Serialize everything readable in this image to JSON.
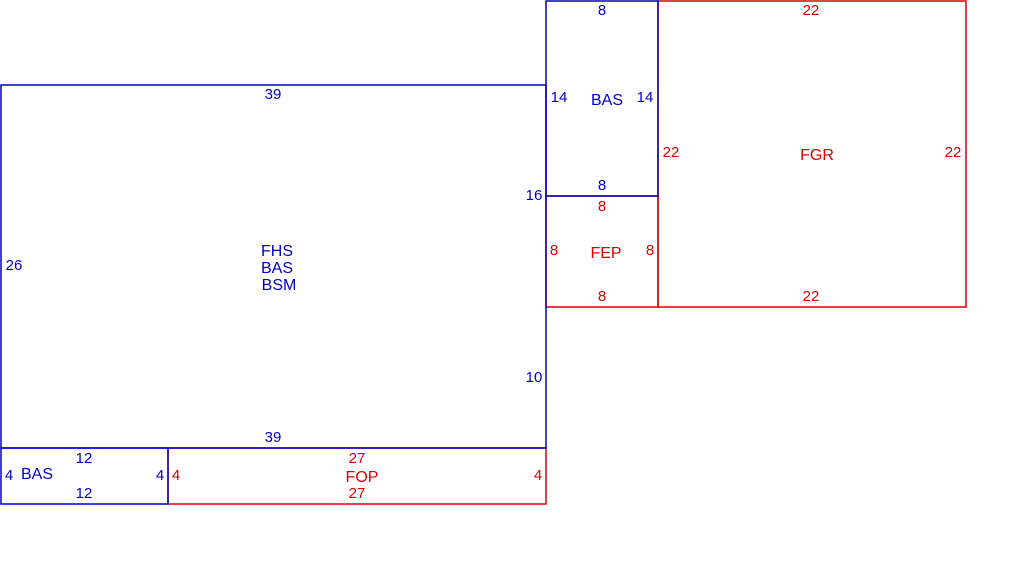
{
  "colors": {
    "living": "#0000c8",
    "other": "#dd0000"
  },
  "areas": {
    "main": {
      "codes": [
        "FHS",
        "BAS",
        "BSM"
      ],
      "top": "39",
      "bottom": "39",
      "left": "26",
      "right_upper": "16",
      "right_lower": "10"
    },
    "upper_bas": {
      "code": "BAS",
      "top": "8",
      "bottom": "8",
      "left": "14",
      "right": "14"
    },
    "fgr": {
      "code": "FGR",
      "top": "22",
      "bottom": "22",
      "left": "22",
      "right": "22"
    },
    "fep": {
      "code": "FEP",
      "top": "8",
      "bottom": "8",
      "left": "8",
      "right": "8"
    },
    "lower_bas": {
      "code": "BAS",
      "top": "12",
      "bottom": "12",
      "left": "4",
      "right": "4"
    },
    "fop": {
      "code": "FOP",
      "top": "27",
      "bottom": "27",
      "left": "4",
      "right": "4"
    }
  }
}
